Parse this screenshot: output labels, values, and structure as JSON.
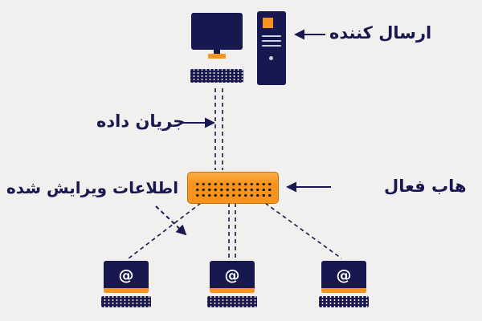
{
  "diagram": {
    "labels": {
      "sender": "ارسال کننده",
      "data_flow": "جریان داده",
      "active_hub": "هاب فعال",
      "edited_info": "اطلاعات ویرایش شده"
    },
    "at_symbol": "@",
    "colors": {
      "navy": "#181850",
      "orange": "#f7941d",
      "background": "#f1f0ee"
    }
  }
}
